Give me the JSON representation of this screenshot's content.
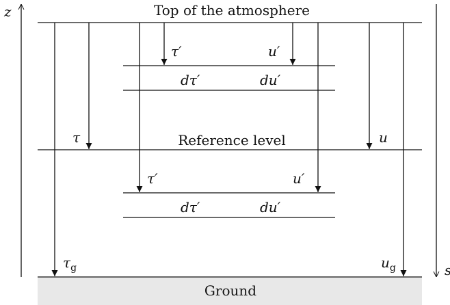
{
  "labels": {
    "top": "Top of the atmosphere",
    "reference": "Reference level",
    "ground": "Ground"
  },
  "axes": {
    "z": "z",
    "s": "s"
  },
  "symbols": {
    "tau_prime": "τ′",
    "u_prime": "u′",
    "dtau_prime": "dτ′",
    "du_prime": "du′",
    "tau": "τ",
    "u": "u",
    "tau_g_base": "τ",
    "u_g_base": "u",
    "g_sub": "g"
  },
  "colors": {
    "ground_fill": "#e8e8e8",
    "stroke": "#111111"
  }
}
